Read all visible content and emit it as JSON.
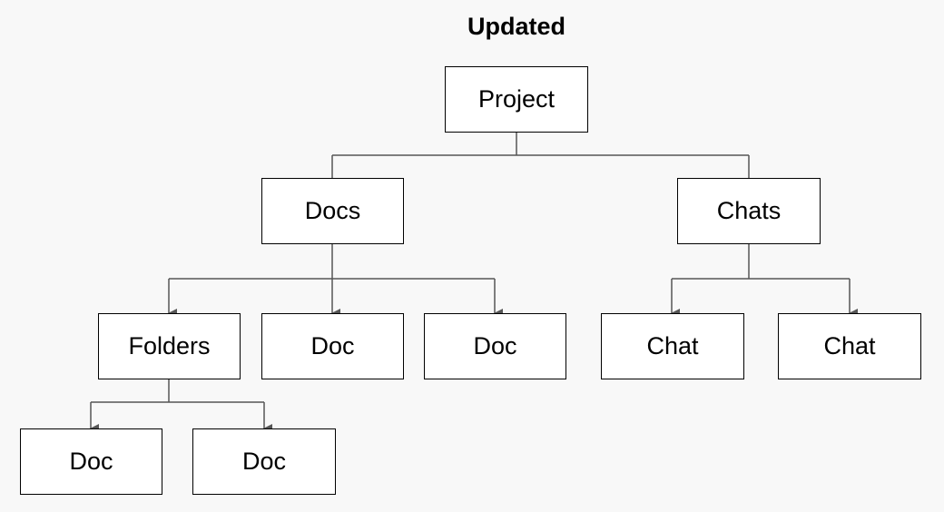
{
  "title": "Updated",
  "nodes": {
    "project": "Project",
    "docs": "Docs",
    "chats": "Chats",
    "folders": "Folders",
    "doc_a": "Doc",
    "doc_b": "Doc",
    "chat_a": "Chat",
    "chat_b": "Chat",
    "folder_doc_a": "Doc",
    "folder_doc_b": "Doc"
  },
  "colors": {
    "background": "#f8f8f8",
    "box_fill": "#ffffff",
    "box_border": "#000000",
    "connector": "#555555"
  }
}
